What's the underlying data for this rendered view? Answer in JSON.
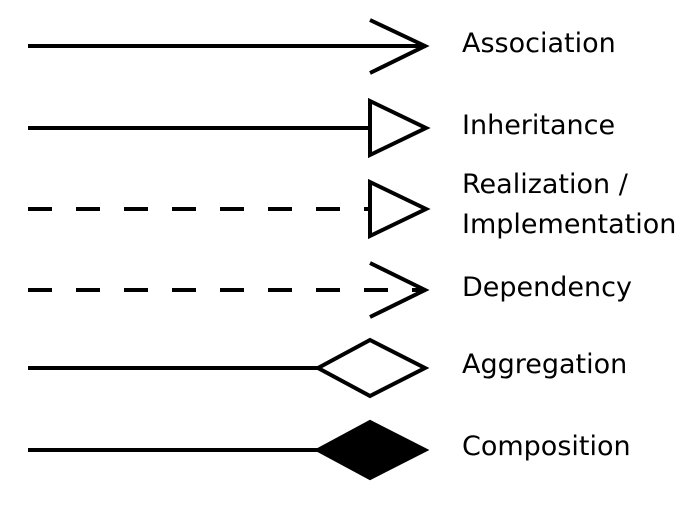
{
  "legend": {
    "items": [
      {
        "key": "association",
        "label": "Association",
        "line": "solid",
        "head": "open-arrow"
      },
      {
        "key": "inheritance",
        "label": "Inheritance",
        "line": "solid",
        "head": "hollow-triangle"
      },
      {
        "key": "realization",
        "label": "Realization /",
        "label2": "Implementation",
        "line": "dashed",
        "head": "hollow-triangle"
      },
      {
        "key": "dependency",
        "label": "Dependency",
        "line": "dashed",
        "head": "open-arrow"
      },
      {
        "key": "aggregation",
        "label": "Aggregation",
        "line": "solid",
        "head": "hollow-diamond"
      },
      {
        "key": "composition",
        "label": "Composition",
        "line": "solid",
        "head": "filled-diamond"
      }
    ]
  },
  "colors": {
    "stroke": "#000000",
    "background": "#ffffff"
  }
}
